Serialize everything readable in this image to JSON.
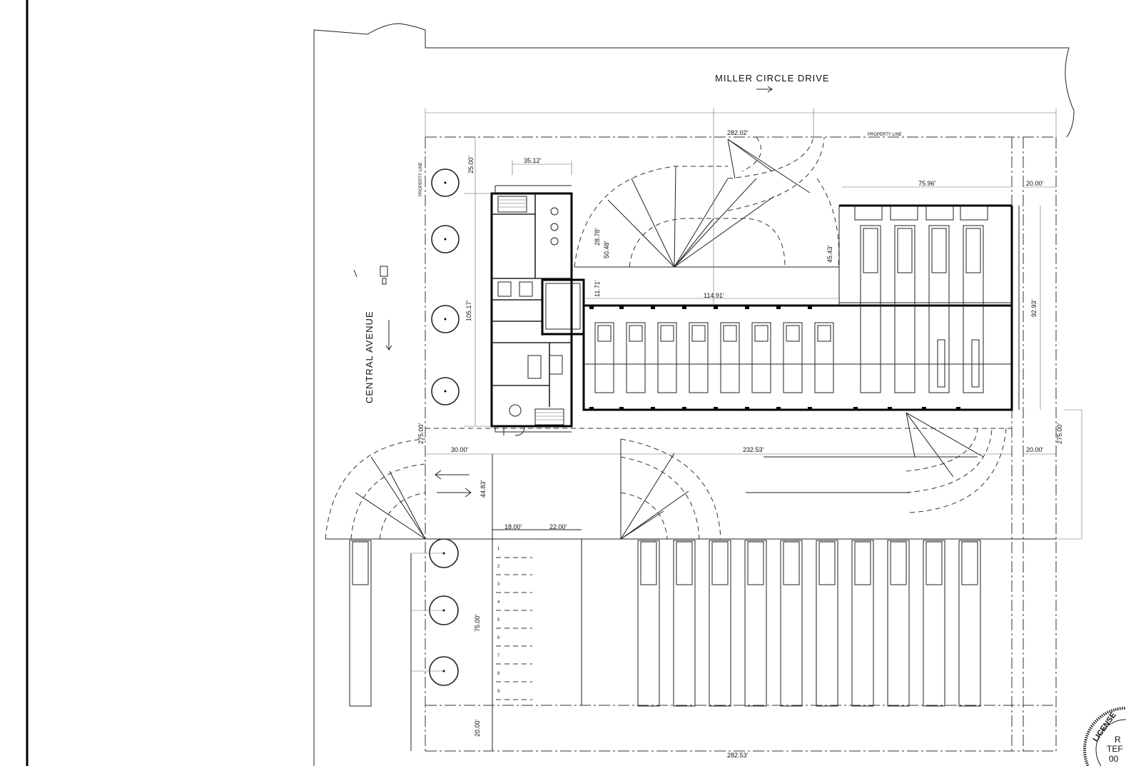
{
  "streets": {
    "north": "MILLER CIRCLE DRIVE",
    "west": "CENTRAL AVENUE"
  },
  "property_line_labels": [
    "PROPERTY LINE",
    "PROPERTY LINE"
  ],
  "dimensions": {
    "north_property": "282.02'",
    "south_property": "282.53'",
    "west_property": "275.00'",
    "east_property": "275.00'",
    "front_setback": "25.00'",
    "office_width": "35.12'",
    "office_depth": "105.17'",
    "curb_radius_1": "28.78'",
    "curb_radius_2": "50.48'",
    "curb_radius_3": "45.43'",
    "wall_offset": "11.71'",
    "bay_wing_length": "114.91'",
    "east_building_width": "75.96'",
    "east_setback_top": "20.00'",
    "east_building_depth": "92.93'",
    "west_setback": "30.00'",
    "south_drive_length": "232.53'",
    "east_setback_bottom": "20.00'",
    "entry_drive_width": "44.83'",
    "parking_stall_depth": "18.00'",
    "parking_aisle": "22.00'",
    "parking_depth": "75.00'",
    "rear_setback": "20.00'"
  },
  "parking_numbers": [
    "1",
    "2",
    "3",
    "4",
    "5",
    "6",
    "7",
    "8",
    "9"
  ],
  "seal_text": [
    "LICENSE",
    "R",
    "TEF",
    "00"
  ],
  "colors": {
    "line": "#222222",
    "background": "#ffffff"
  }
}
